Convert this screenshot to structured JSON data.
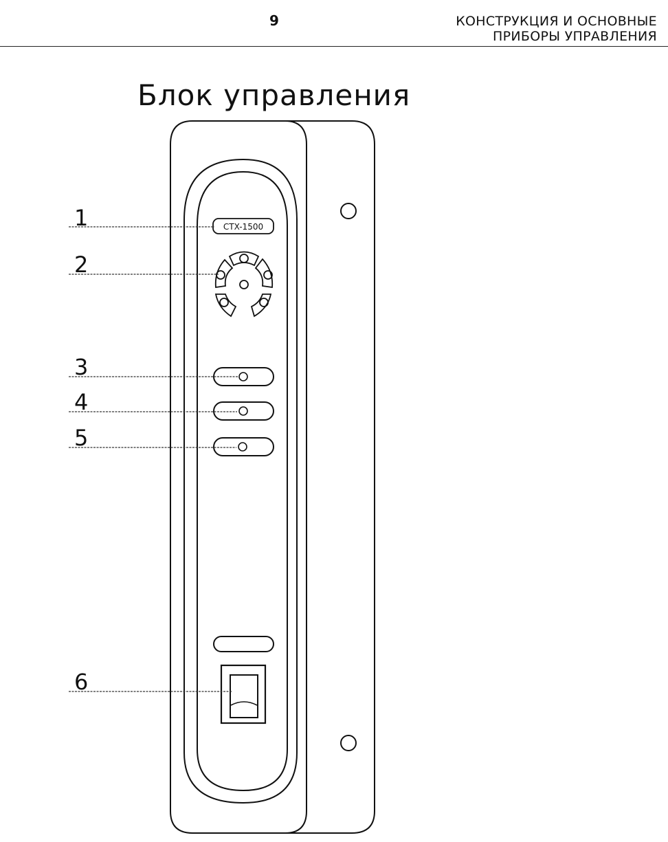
{
  "header": {
    "page_number": "9",
    "section_line1": "КОНСТРУКЦИЯ И ОСНОВНЫЕ",
    "section_line2": "ПРИБОРЫ УПРАВЛЕНИЯ"
  },
  "title": "Блок управления",
  "panel": {
    "model_label": "CTX-1500"
  },
  "callouts": [
    "1",
    "2",
    "3",
    "4",
    "5",
    "6"
  ]
}
